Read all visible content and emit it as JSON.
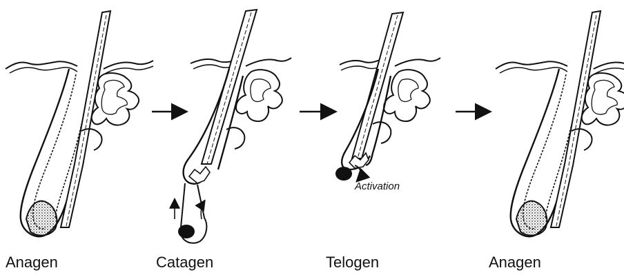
{
  "stages": [
    {
      "id": "anagen-1",
      "label": "Anagen"
    },
    {
      "id": "catagen",
      "label": "Catagen"
    },
    {
      "id": "telogen",
      "label": "Telogen"
    },
    {
      "id": "anagen-2",
      "label": "Anagen"
    }
  ],
  "annotations": {
    "activation": "Activation"
  }
}
